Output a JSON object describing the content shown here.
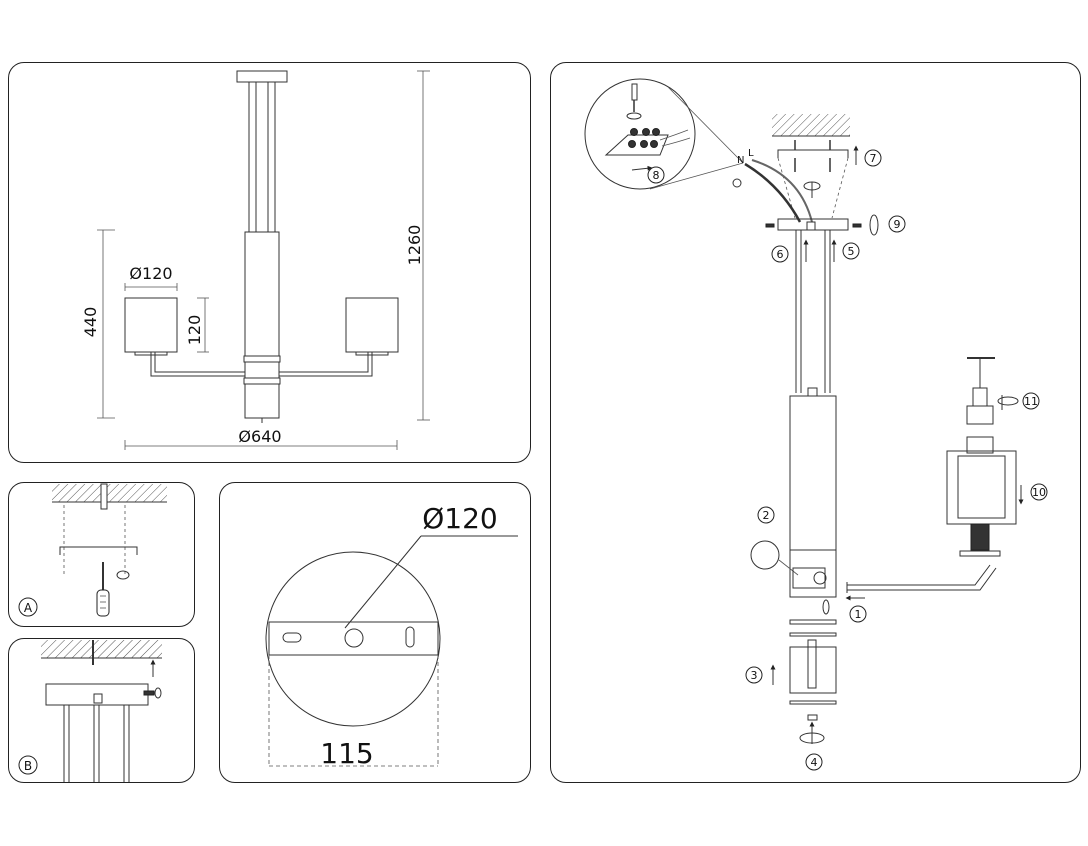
{
  "dimensions": {
    "overall_height": "1260",
    "drop_height": "440",
    "shade_diameter": "Ø120",
    "shade_height": "120",
    "span_diameter": "Ø640",
    "canopy_diameter": "Ø120",
    "mount_spacing": "115"
  },
  "panel_labels": {
    "a": "A",
    "b": "B"
  },
  "wiring": {
    "neutral": "N",
    "live": "L"
  },
  "steps": [
    "1",
    "2",
    "3",
    "4",
    "5",
    "6",
    "7",
    "8",
    "9",
    "10",
    "11"
  ]
}
